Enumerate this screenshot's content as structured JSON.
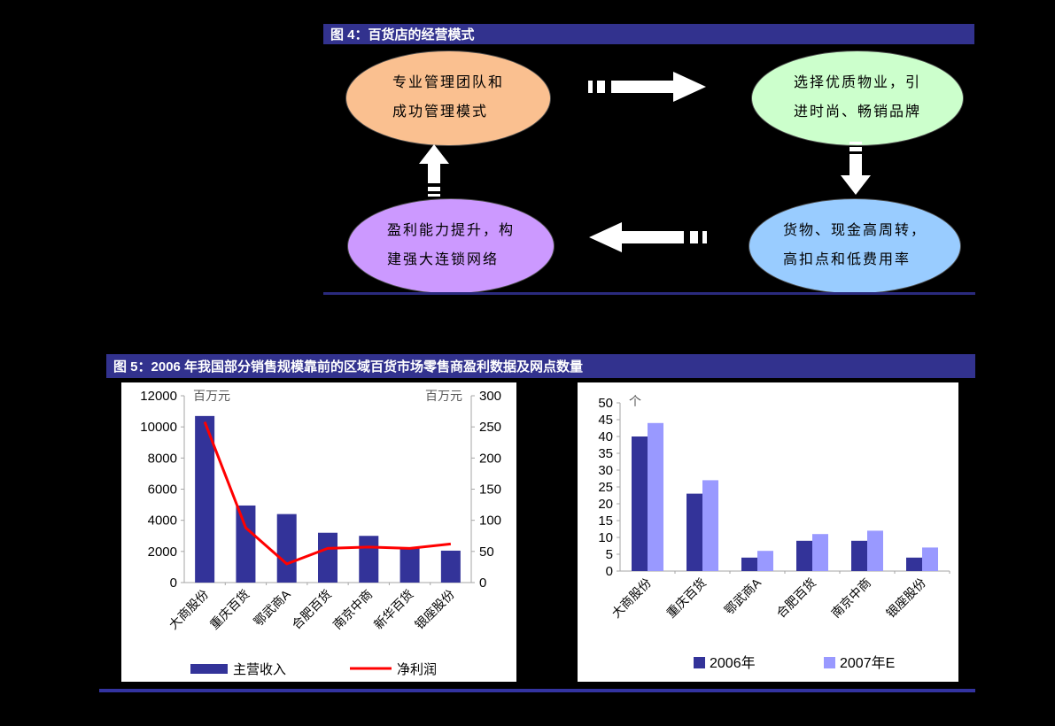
{
  "colors": {
    "page_bg": "#000000",
    "title_bar": "#32328E",
    "fig4_rule": "#2A2A7E",
    "bottom_rule": "#3333A0",
    "arrow": "#FFFFFF",
    "bar_primary": "#333399",
    "bar_secondary": "#9999FF",
    "line_red": "#FF0000"
  },
  "figure4": {
    "title": "图 4：百货店的经营模式",
    "nodes": [
      {
        "id": "management-team",
        "lines": [
          "专业管理团队和",
          "成功管理模式"
        ],
        "color": "#FAC090"
      },
      {
        "id": "quality-property",
        "lines": [
          "选择优质物业，引",
          "进时尚、畅销品牌"
        ],
        "color": "#CCFFCC"
      },
      {
        "id": "high-turnover",
        "lines": [
          "货物、现金高周转，",
          "高扣点和低费用率"
        ],
        "color": "#99CCFF"
      },
      {
        "id": "profit-chain",
        "lines": [
          "盈利能力提升，构",
          "建强大连锁网络"
        ],
        "color": "#CC99FF"
      }
    ]
  },
  "figure5": {
    "title": "图 5：2006 年我国部分销售规模靠前的区域百货市场零售商盈利数据及网点数量"
  },
  "chart_data": [
    {
      "type": "combo",
      "categories": [
        "大商股份",
        "重庆百货",
        "鄂武商A",
        "合肥百货",
        "南京中商",
        "新华百货",
        "银座股份"
      ],
      "series": [
        {
          "name": "主营收入",
          "type": "bar",
          "axis": "left",
          "color": "#333399",
          "values": [
            10700,
            4950,
            4400,
            3200,
            3000,
            2250,
            2050
          ]
        },
        {
          "name": "净利润",
          "type": "line",
          "axis": "right",
          "color": "#FF0000",
          "values": [
            258,
            88,
            30,
            55,
            57,
            55,
            62
          ]
        }
      ],
      "left_axis": {
        "label": "百万元",
        "min": 0,
        "max": 12000,
        "step": 2000
      },
      "right_axis": {
        "label": "百万元",
        "min": 0,
        "max": 300,
        "step": 50
      },
      "legend_position": "bottom",
      "grid": false
    },
    {
      "type": "bar",
      "categories": [
        "大商股份",
        "重庆百货",
        "鄂武商A",
        "合肥百货",
        "南京中商",
        "银座股份"
      ],
      "series": [
        {
          "name": "2006年",
          "color": "#333399",
          "values": [
            40,
            23,
            4,
            9,
            9,
            4
          ]
        },
        {
          "name": "2007年E",
          "color": "#9999FF",
          "values": [
            44,
            27,
            6,
            11,
            12,
            7
          ]
        }
      ],
      "y_axis": {
        "label": "个",
        "min": 0,
        "max": 50,
        "step": 5
      },
      "legend_position": "bottom",
      "grid": false
    }
  ]
}
